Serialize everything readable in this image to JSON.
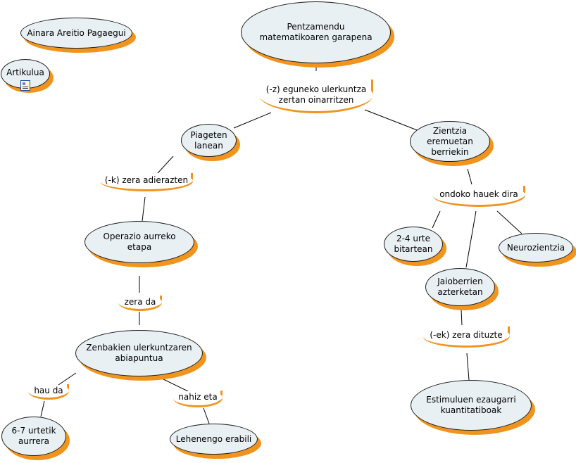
{
  "author": "Ainara Areitio Pagaegui",
  "resource": "Artikulua",
  "root": "Pentzamendu matematikoaren garapena",
  "linking": {
    "l1": "(-z) eguneko ulerkuntza zertan oinarritzen",
    "l2": "(-k) zera adierazten",
    "l3": "zera da",
    "l4": "hau da",
    "l5": "nahiz eta",
    "l6": "ondoko hauek dira",
    "l7": "(-ek) zera dituzte"
  },
  "concepts": {
    "piaget": "Piageten lanean",
    "zientzia": "Zientzia eremuetan berriekin",
    "operazio": "Operazio aurreko etapa",
    "zenbaki": "Zenbakien ulerkuntzaren abiapuntua",
    "urte67": "6-7 urtetik aurrera",
    "lehen": "Lehenengo erabili",
    "urte24": "2-4 urte bitartean",
    "neuro": "Neurozientzia",
    "jaio": "Jaioberrien azterketan",
    "estimulu": "Estimuluen ezaugarri kuantitatiboak"
  }
}
